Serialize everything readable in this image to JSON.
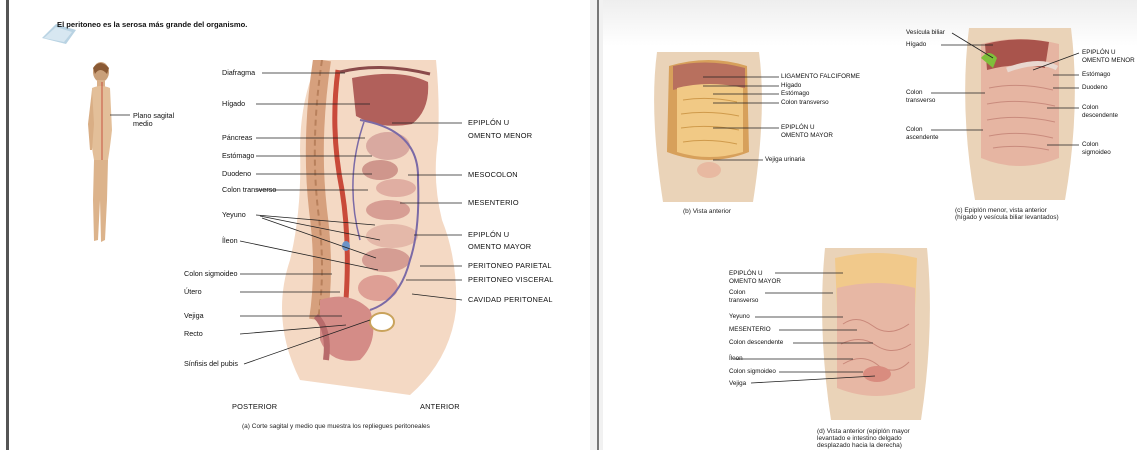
{
  "header": {
    "intro": "El peritoneo es la serosa más grande del organismo."
  },
  "figure_a": {
    "side_label": [
      "Plano sagital",
      "medio"
    ],
    "left_labels": [
      "Diafragma",
      "Hígado",
      "Páncreas",
      "Estómago",
      "Duodeno",
      "Colon transverso",
      "Yeyuno",
      "Íleon",
      "Colon sigmoideo",
      "Útero",
      "Vejiga",
      "Recto",
      "Sínfisis del pubis"
    ],
    "right_labels": [
      "EPIPLÓN U",
      "OMENTO MENOR",
      "MESOCOLON",
      "MESENTERIO",
      "EPIPLÓN U",
      "OMENTO MAYOR",
      "PERITONEO PARIETAL",
      "PERITONEO VISCERAL",
      "CAVIDAD PERITONEAL"
    ],
    "posterior": "POSTERIOR",
    "anterior": "ANTERIOR",
    "caption": "(a) Corte sagital y medio que muestra los repliegues peritoneales"
  },
  "figure_b": {
    "labels": [
      "LIGAMENTO FALCIFORME",
      "Hígado",
      "Estómago",
      "Colon transverso",
      "EPIPLÓN U",
      "OMENTO MAYOR",
      "Vejiga urinaria"
    ],
    "caption": "(b) Vista anterior"
  },
  "figure_c": {
    "left_labels": [
      "Vesícula biliar",
      "Hígado",
      "Colon",
      "transverso",
      "Colon",
      "ascendente"
    ],
    "right_labels": [
      "EPIPLÓN U",
      "OMENTO MENOR",
      "Estómago",
      "Duodeno",
      "Colon",
      "descendente",
      "Colon",
      "sigmoideo"
    ],
    "caption": [
      "(c) Epiplón menor, vista anterior",
      "(hígado y vesícula biliar levantados)"
    ]
  },
  "figure_d": {
    "labels": [
      "EPIPLÓN U",
      "OMENTO MAYOR",
      "Colon",
      "transverso",
      "Yeyuno",
      "MESENTERIO",
      "Colon descendente",
      "Íleon",
      "Colon sigmoideo",
      "Vejiga"
    ],
    "caption": [
      "(d) Vista anterior (epiplón mayor",
      "levantado e intestino delgado",
      "desplazado hacia la derecha)"
    ]
  }
}
